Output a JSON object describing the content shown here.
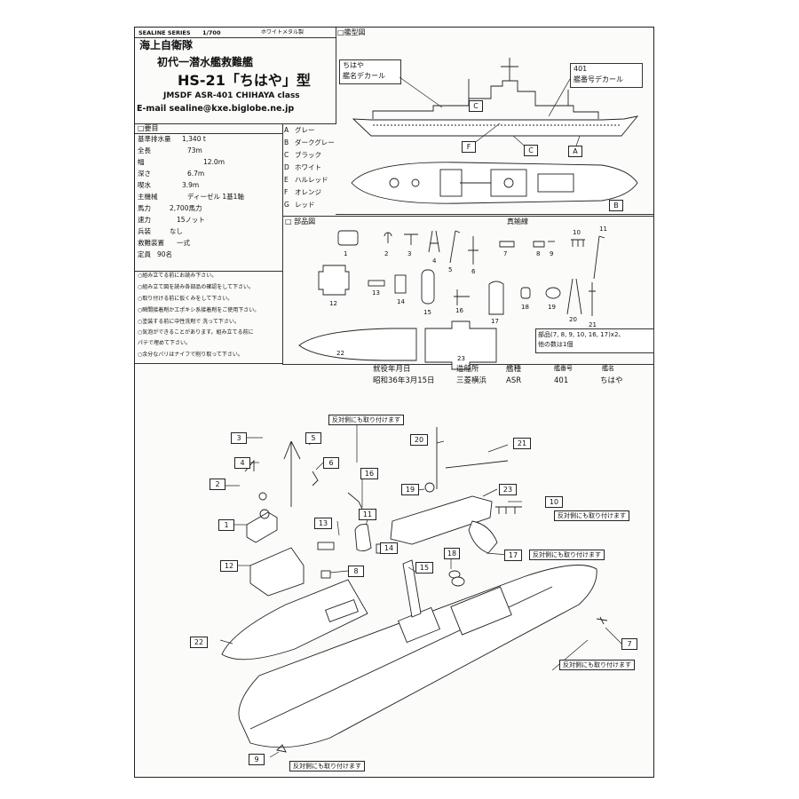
{
  "header": {
    "series": "SEALINE SERIES",
    "scale": "1/700",
    "material": "ホワイトメタル製",
    "line1": "海上自衛隊",
    "line2": "初代一潜水艦救難艦",
    "title": "HS-21「ちはや」型",
    "subtitle": "JMSDF   ASR-401 CHIHAYA  class",
    "email": "E-mail  sealine@kxe.biglobe.ne.jp"
  },
  "profile": {
    "section_title": "□艦型図",
    "name_decal_label_1": "ちはや",
    "name_decal_label_2": "艦名デカール",
    "number_decal_label_1": "401",
    "number_decal_label_2": "艦番号デカール",
    "callouts": [
      "A",
      "B",
      "C",
      "C",
      "F"
    ]
  },
  "specs": {
    "section_title": "□要目",
    "rows": [
      {
        "k": "基準排水量",
        "v": "1,340 t"
      },
      {
        "k": "全長",
        "v": "73m"
      },
      {
        "k": "幅",
        "v": "12.0m"
      },
      {
        "k": "深さ",
        "v": "6.7m"
      },
      {
        "k": "喫水",
        "v": "3.9m"
      },
      {
        "k": "主機械",
        "v": "ディーゼル 1基1軸"
      },
      {
        "k": "馬力",
        "v": "2,700馬力"
      },
      {
        "k": "速力",
        "v": "15ノット"
      },
      {
        "k": "兵装",
        "v": "なし"
      },
      {
        "k": "救難装置",
        "v": "一式"
      },
      {
        "k": "定員",
        "v": "90名"
      }
    ]
  },
  "colors": {
    "rows": [
      {
        "k": "A",
        "v": "グレー"
      },
      {
        "k": "B",
        "v": "ダークグレー"
      },
      {
        "k": "C",
        "v": "ブラック"
      },
      {
        "k": "D",
        "v": "ホワイト"
      },
      {
        "k": "E",
        "v": "ハルレッド"
      },
      {
        "k": "F",
        "v": "オレンジ"
      },
      {
        "k": "G",
        "v": "レッド"
      }
    ]
  },
  "parts": {
    "section_title": "□  部品図",
    "brass_label": "真鍮線",
    "numbers": [
      "1",
      "2",
      "3",
      "4",
      "5",
      "6",
      "7",
      "8",
      "9",
      "10",
      "11",
      "12",
      "13",
      "14",
      "15",
      "16",
      "17",
      "18",
      "19",
      "20",
      "21",
      "22",
      "23"
    ],
    "note_line1": "部品(7, 8, 9, 10, 16, 17)x2、",
    "note_line2": "他の数は1個"
  },
  "instructions": {
    "lines": [
      "○組み立てる前にお読み下さい。",
      "○組み立て図を読み各部品の確認をして下さい。",
      "○取り付ける前に仮くみをして下さい。",
      "○瞬間接着剤かエポキシ系接着剤をご使用下さい。",
      "○塗装する前に中性洗剤で 洗って下さい。",
      "○気泡ができることがあります。組み立てる前に",
      "  パテで埋めて下さい。",
      "○余分なバリはナイフで削り取って下さい。"
    ]
  },
  "history": {
    "headers": [
      "就役年月日",
      "造船所",
      "艦種",
      "艦番号",
      "艦名"
    ],
    "values": [
      "昭和36年3月15日",
      "三菱横浜",
      "ASR",
      "401",
      "ちはや"
    ]
  },
  "assembly": {
    "opposite_note": "反対側にも取り付けます",
    "callouts": [
      "1",
      "2",
      "3",
      "4",
      "5",
      "6",
      "7",
      "8",
      "9",
      "10",
      "11",
      "12",
      "13",
      "14",
      "15",
      "16",
      "17",
      "18",
      "19",
      "20",
      "21",
      "22",
      "23"
    ]
  }
}
